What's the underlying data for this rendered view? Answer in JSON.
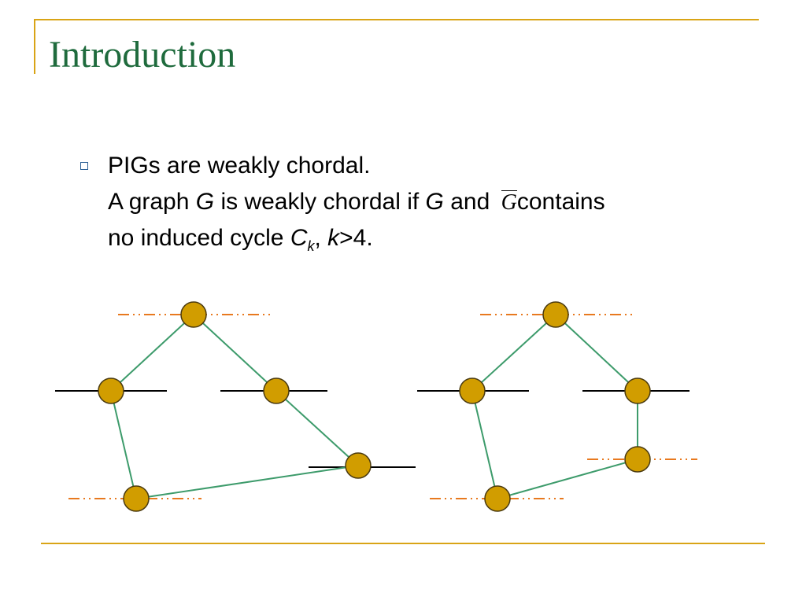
{
  "slide": {
    "title": "Introduction",
    "bullet": {
      "line1": "PIGs are weakly chordal.",
      "line2_part1": "A graph ",
      "line2_G1": "G",
      "line2_part2": " is weakly chordal if ",
      "line2_G2": "G",
      "line2_part3": " and ",
      "line2_Gbar": "G",
      "line2_part4": "contains",
      "line3_part1": "no induced cycle ",
      "line3_C": "C",
      "line3_sub": "k",
      "line3_part2": ", ",
      "line3_k": "k",
      "line3_part3": ">4."
    }
  },
  "diagram": {
    "colors": {
      "node_fill": "#d19d00",
      "node_stroke": "#4a3a10",
      "edge": "#3d9b6b",
      "solid_line": "#000000",
      "dashdot_line": "#e8791f"
    },
    "graphs": [
      {
        "name": "graph-left",
        "nodes": [
          "top",
          "mid-left",
          "mid-right",
          "right",
          "bottom"
        ],
        "edges": [
          [
            "top",
            "mid-left"
          ],
          [
            "top",
            "mid-right"
          ],
          [
            "mid-right",
            "right"
          ],
          [
            "mid-left",
            "bottom"
          ],
          [
            "bottom",
            "right"
          ]
        ]
      },
      {
        "name": "graph-right",
        "nodes": [
          "top",
          "mid-left",
          "mid-right",
          "right",
          "bottom"
        ],
        "edges": [
          [
            "top",
            "mid-left"
          ],
          [
            "top",
            "mid-right"
          ],
          [
            "mid-right",
            "right"
          ],
          [
            "mid-left",
            "bottom"
          ],
          [
            "bottom",
            "right"
          ]
        ]
      }
    ]
  }
}
